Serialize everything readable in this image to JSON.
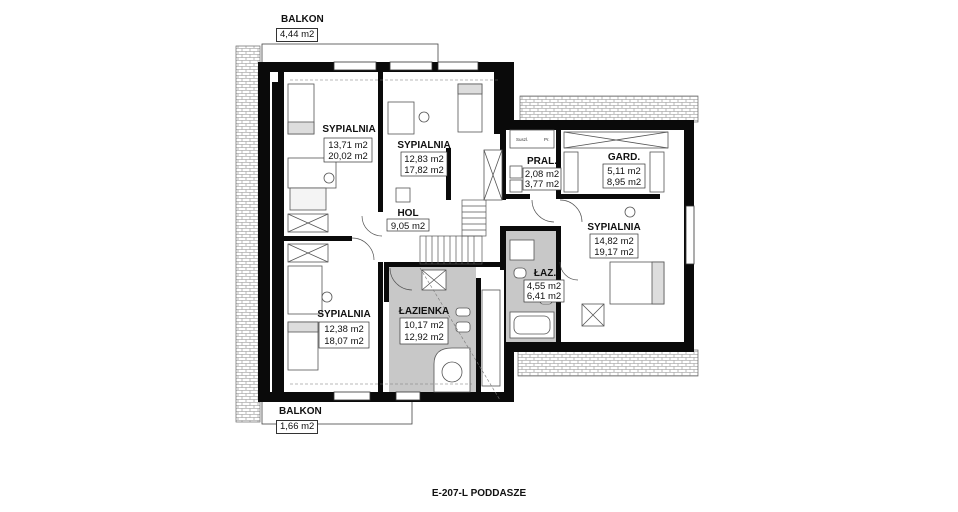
{
  "caption": "E-207-L PODDASZE",
  "balconies": [
    {
      "id": "balcony-top",
      "name": "BALKON",
      "area": "4,44 m2"
    },
    {
      "id": "balcony-bottom",
      "name": "BALKON",
      "area": "1,66 m2"
    }
  ],
  "rooms": [
    {
      "id": "sypialnia-1",
      "name": "SYPIALNIA",
      "area1": "13,71 m2",
      "area2": "20,02 m2"
    },
    {
      "id": "sypialnia-2",
      "name": "SYPIALNIA",
      "area1": "12,83 m2",
      "area2": "17,82 m2"
    },
    {
      "id": "hol",
      "name": "HOL",
      "area1": "9,05 m2"
    },
    {
      "id": "pral",
      "name": "PRAL.",
      "area1": "2,08 m2",
      "area2": "3,77 m2"
    },
    {
      "id": "gard",
      "name": "GARD.",
      "area1": "5,11 m2",
      "area2": "8,95 m2"
    },
    {
      "id": "sypialnia-3",
      "name": "SYPIALNIA",
      "area1": "14,82 m2",
      "area2": "19,17 m2"
    },
    {
      "id": "laz",
      "name": "ŁAZ.",
      "area1": "4,55 m2",
      "area2": "6,41 m2"
    },
    {
      "id": "lazienka",
      "name": "ŁAZIENKA",
      "area1": "10,17 m2",
      "area2": "12,92 m2"
    },
    {
      "id": "sypialnia-4",
      "name": "SYPIALNIA",
      "area1": "12,38 m2",
      "area2": "18,07 m2"
    }
  ],
  "appliance_labels": {
    "washer": "Suszl.",
    "dryer": "Pr."
  },
  "colors": {
    "wall": "#0a0a0a",
    "bath_fill": "#c8c8c8",
    "floor": "#ffffff",
    "roof_hatch": "#888888"
  }
}
